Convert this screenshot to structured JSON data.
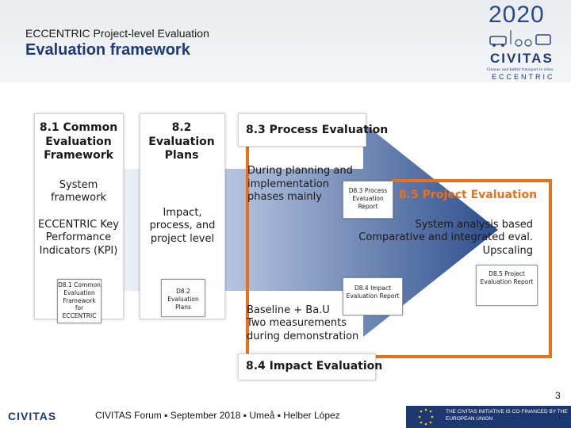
{
  "header": {
    "subtitle": "ECCENTRIC Project-level Evaluation",
    "title": "Evaluation framework"
  },
  "logo": {
    "year": "2020",
    "brand": "CIVITAS",
    "tagline": "Cleaner and better transport in cities",
    "project": "ECCENTRIC"
  },
  "columns": {
    "col1": {
      "title": "8.1 Common Evaluation Framework",
      "text1": "System framework",
      "text2": "ECCENTRIC Key Performance Indicators (KPI)",
      "deliverable": "D8.1 Common Evaluation Framework for ECCENTRIC"
    },
    "col2": {
      "title": "8.2 Evaluation Plans",
      "text": "Impact, process, and project level",
      "deliverable": "D8.2 Evaluation Plans"
    }
  },
  "process": {
    "title": "8.3 Process Evaluation",
    "text": "During planning and implementation phases mainly",
    "deliverable": "D8.3 Process Evaluation Report"
  },
  "project": {
    "title": "8.5 Project Evaluation",
    "text_line1": "System analysis based",
    "text_line2": "Comparative and integrated eval.",
    "text_line3": "Upscaling",
    "deliverable": "D8.5 Project Evaluation Report"
  },
  "impact": {
    "title": "8.4 Impact Evaluation",
    "text_line1": "Baseline + Ba.U",
    "text_line2": "Two measurements",
    "text_line3": "during demonstration",
    "deliverable": "D8.4 Impact Evaluation Report"
  },
  "footer": {
    "page_number": "3",
    "brand": "CIVITAS",
    "text": "CIVITAS Forum ▪ September 2018 ▪ Umeå ▪ Helber López",
    "eu_text": "THE CIVITAS INITIATIVE IS CO-FINANCED BY THE EUROPEAN UNION"
  },
  "colors": {
    "title_blue": "#1e3a78",
    "arrow_blue": "#2d4e8c",
    "orange": "#e8711c",
    "eu_blue": "#1d3770"
  }
}
